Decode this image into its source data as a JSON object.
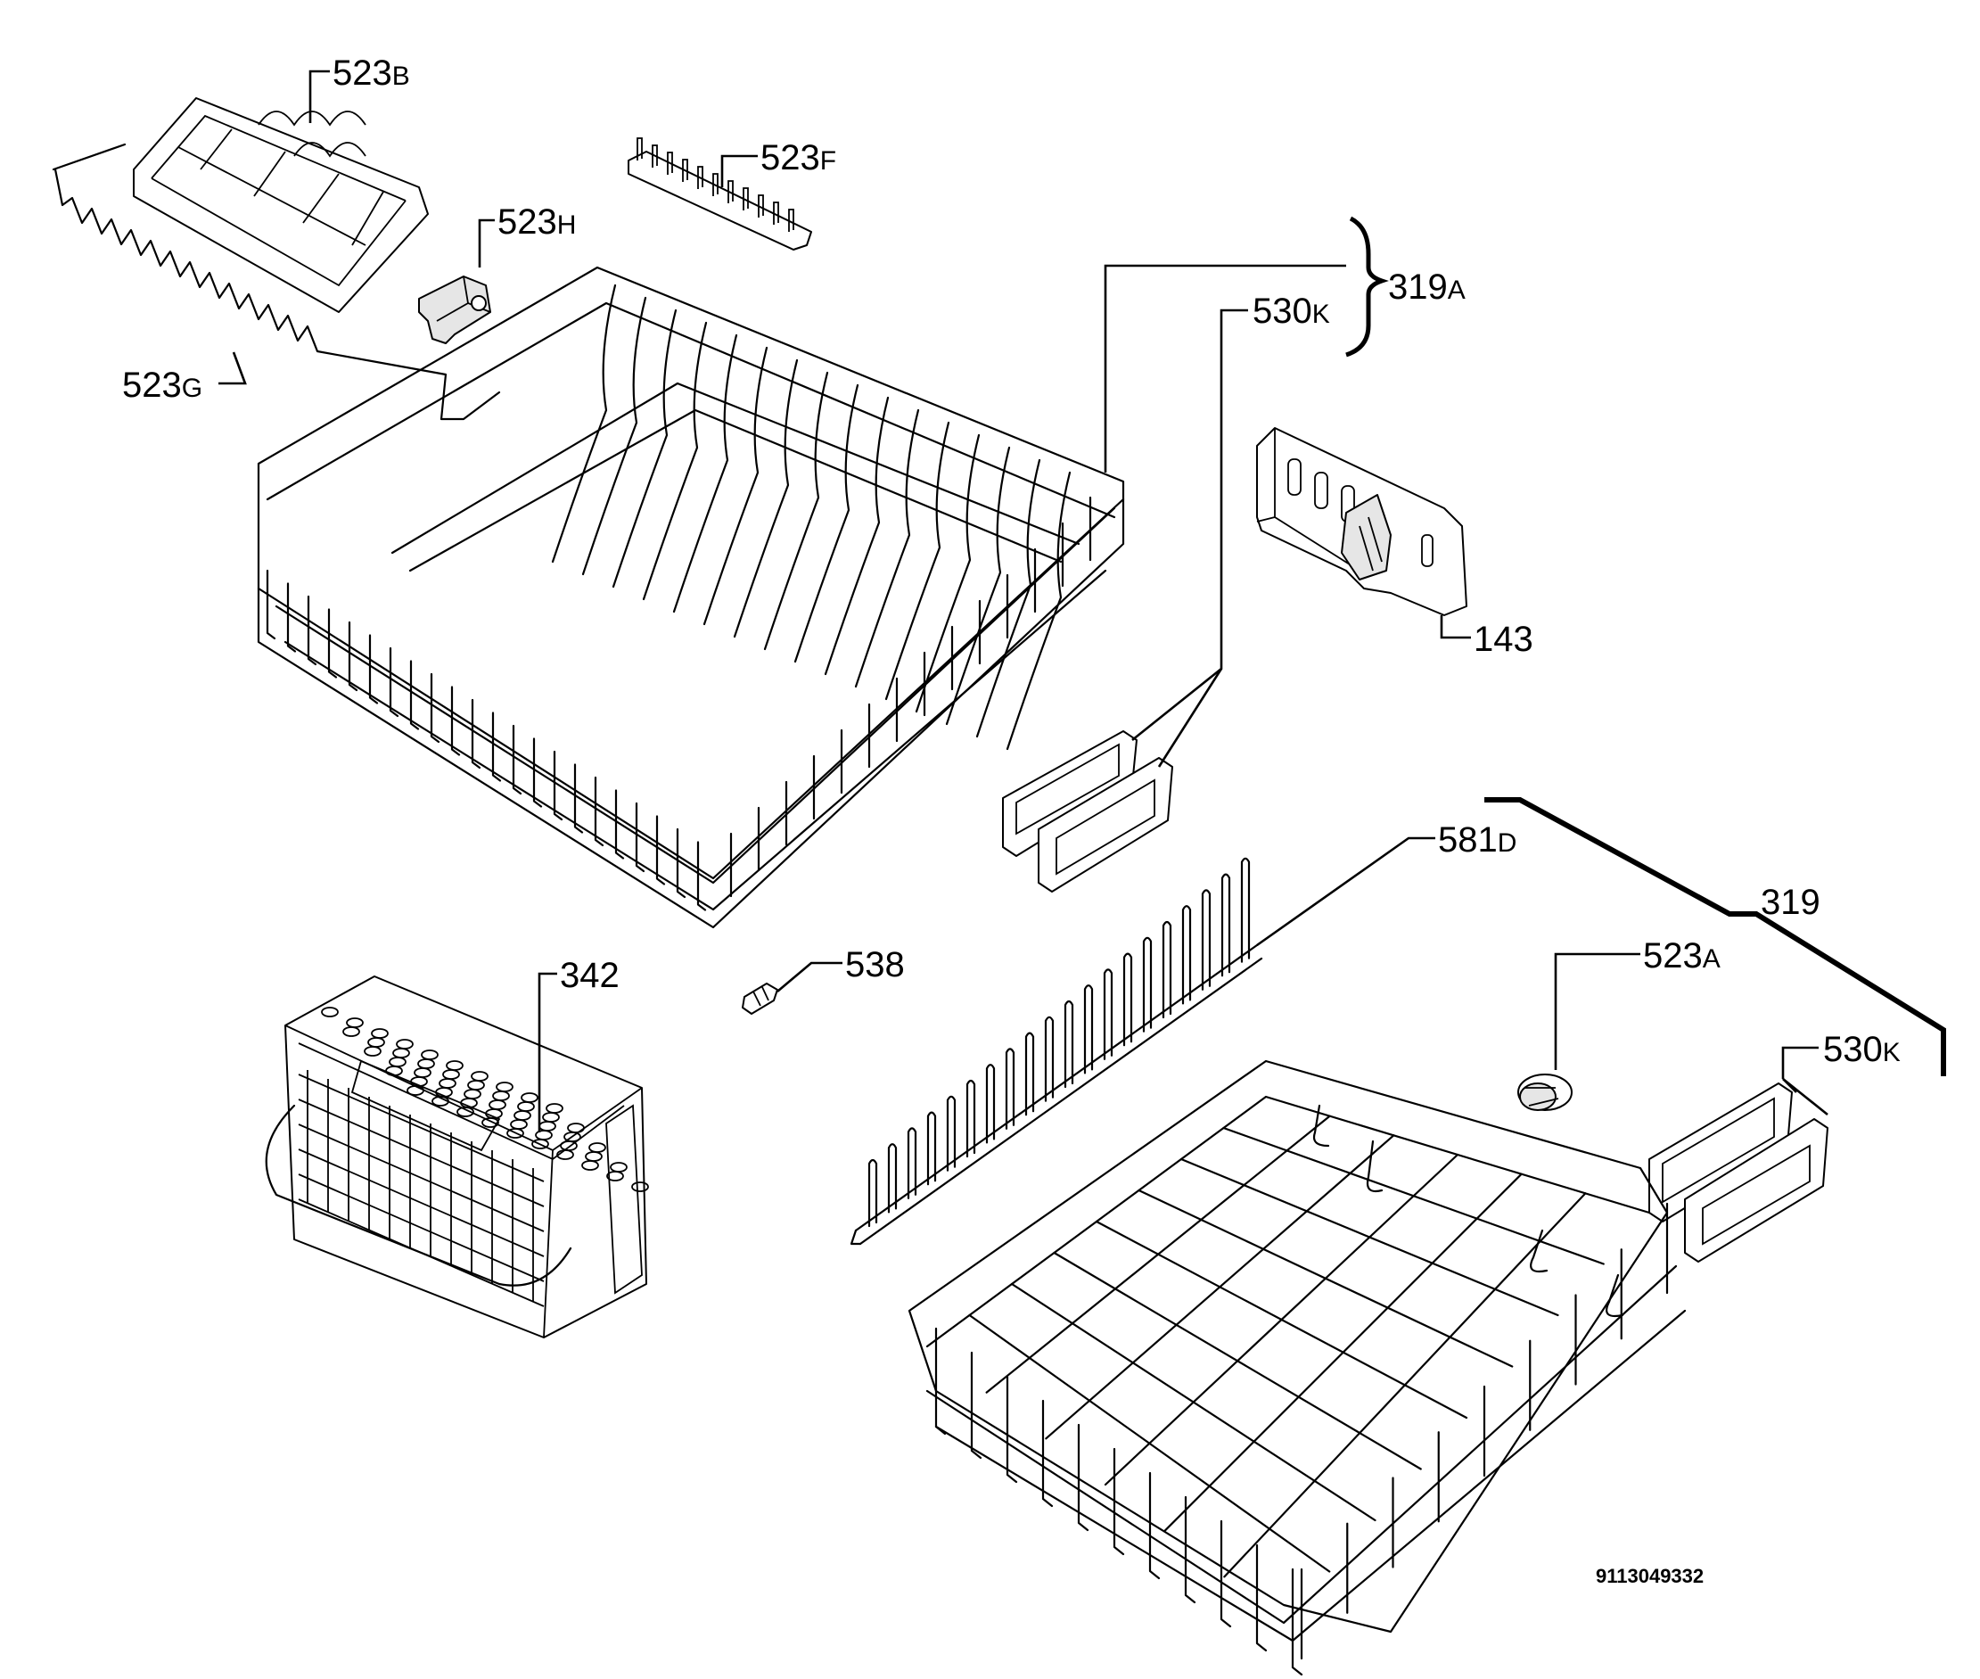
{
  "diagram": {
    "labels": [
      {
        "id": "523B",
        "number": "523",
        "suffix": "B"
      },
      {
        "id": "523F",
        "number": "523",
        "suffix": "F"
      },
      {
        "id": "523H",
        "number": "523",
        "suffix": "H"
      },
      {
        "id": "523G",
        "number": "523",
        "suffix": "G"
      },
      {
        "id": "319A",
        "number": "319",
        "suffix": "A"
      },
      {
        "id": "530K-upper",
        "number": "530",
        "suffix": "K"
      },
      {
        "id": "143",
        "number": "143",
        "suffix": ""
      },
      {
        "id": "581D",
        "number": "581",
        "suffix": "D"
      },
      {
        "id": "319",
        "number": "319",
        "suffix": ""
      },
      {
        "id": "523A",
        "number": "523",
        "suffix": "A"
      },
      {
        "id": "530K-lower",
        "number": "530",
        "suffix": "K"
      },
      {
        "id": "342",
        "number": "342",
        "suffix": ""
      },
      {
        "id": "538",
        "number": "538",
        "suffix": ""
      }
    ],
    "document_number": "9113049332"
  }
}
